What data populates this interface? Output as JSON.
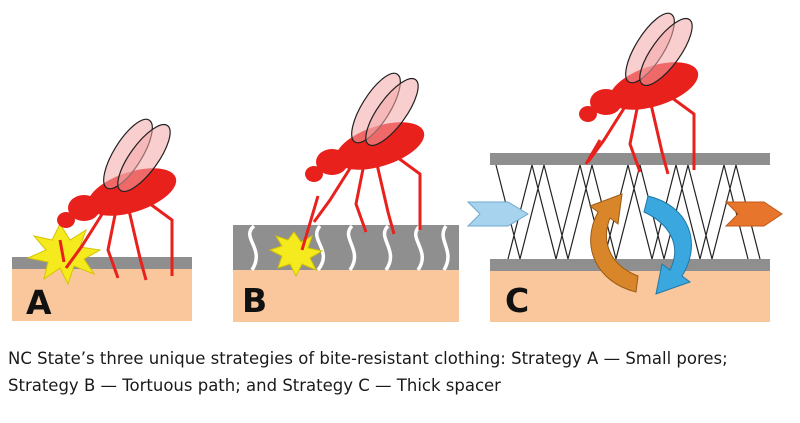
{
  "panels": [
    {
      "letter": "A"
    },
    {
      "letter": "B"
    },
    {
      "letter": "C"
    }
  ],
  "caption": {
    "line1": "NC State’s three unique strategies of bite-resistant clothing: Strategy A — Small pores;",
    "line2": "Strategy B — Tortuous path; and Strategy C — Thick spacer"
  },
  "colors": {
    "skin": "#f9c79b",
    "fabric": "#8f8f8f",
    "mosquito": "#e8211d",
    "wing_fill": "#f4a6a6",
    "burst": "#f4ea1e",
    "arrow_in": "#a8d3ef",
    "arrow_out": "#e7752c",
    "cycle_orange": "#d9862b",
    "cycle_blue": "#3aa8df"
  }
}
